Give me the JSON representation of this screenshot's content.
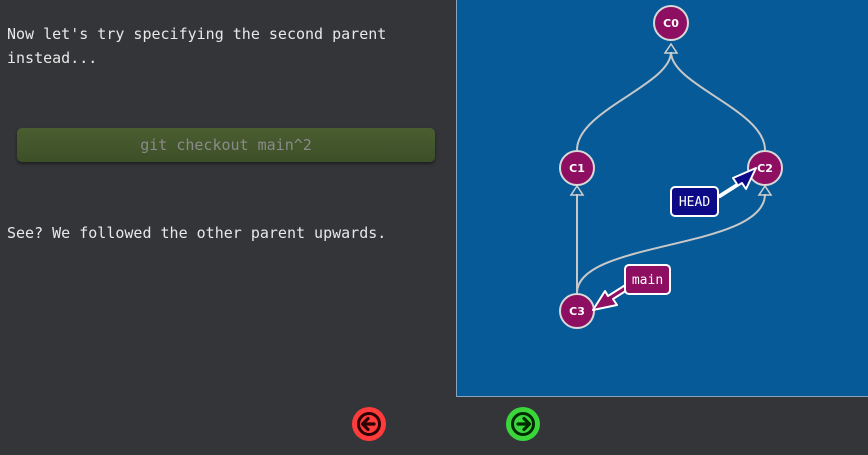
{
  "dialog": {
    "intro_line1": "Now let's try specifying the second parent",
    "intro_line2": "instead...",
    "command": "git checkout main^2",
    "outro": "See? We followed the other parent upwards."
  },
  "graph": {
    "commits": [
      {
        "id": "C0",
        "label": "C0"
      },
      {
        "id": "C1",
        "label": "C1"
      },
      {
        "id": "C2",
        "label": "C2"
      },
      {
        "id": "C3",
        "label": "C3"
      }
    ],
    "branches": [
      {
        "label": "main",
        "target": "C3"
      }
    ],
    "head": {
      "label": "HEAD",
      "target": "C2"
    },
    "colors": {
      "background": "#065a97",
      "commit_fill": "#8e0f62",
      "commit_stroke": "#d8d8d8",
      "edge": "#c8c8c8",
      "branch_fill": "#8e0f62",
      "head_fill": "#0c0a86",
      "tag_stroke": "#ffffff"
    }
  },
  "nav": {
    "back_icon": "arrow-left-icon",
    "forward_icon": "arrow-right-icon",
    "back_color": "#ff3b3b",
    "forward_color": "#3bd63b"
  }
}
